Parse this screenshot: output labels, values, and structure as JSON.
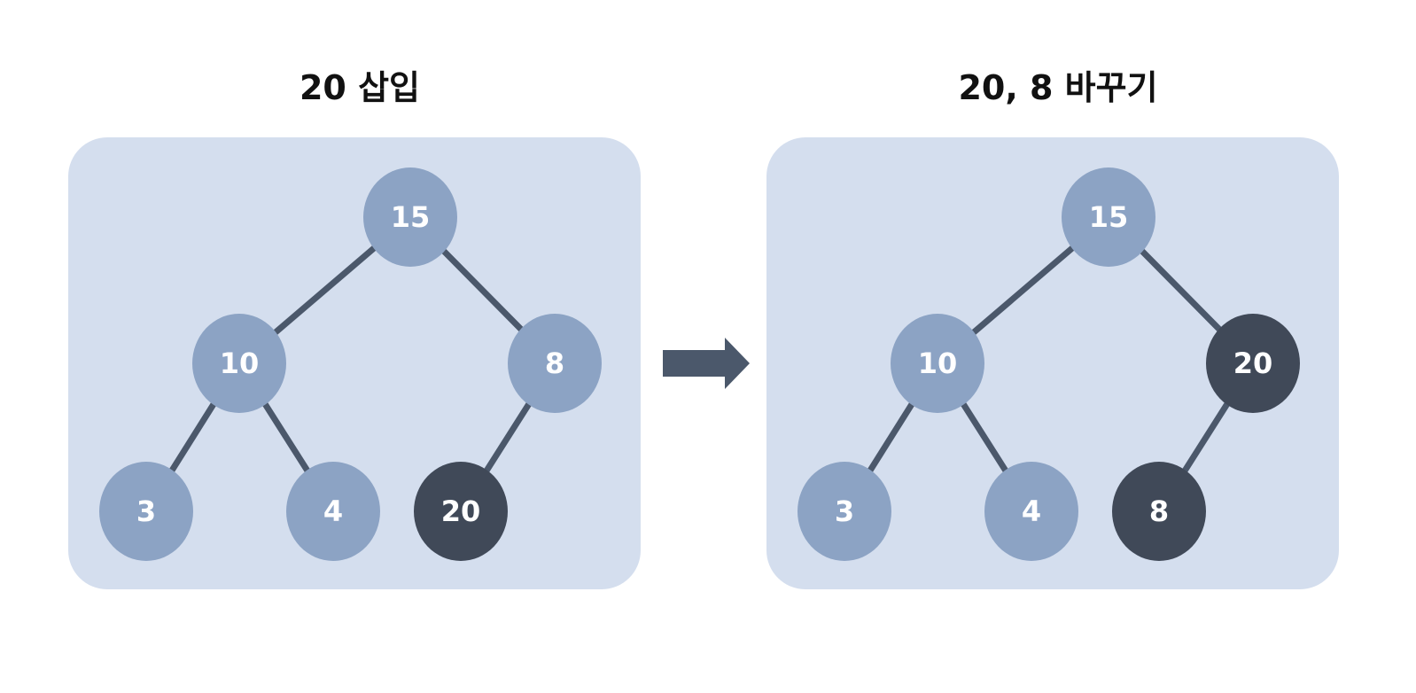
{
  "panels": [
    {
      "title": "20 삽입",
      "nodes": [
        {
          "label": "15",
          "highlight": false
        },
        {
          "label": "10",
          "highlight": false
        },
        {
          "label": "8",
          "highlight": false
        },
        {
          "label": "3",
          "highlight": false
        },
        {
          "label": "4",
          "highlight": false
        },
        {
          "label": "20",
          "highlight": true
        }
      ]
    },
    {
      "title": "20, 8 바꾸기",
      "nodes": [
        {
          "label": "15",
          "highlight": false
        },
        {
          "label": "10",
          "highlight": false
        },
        {
          "label": "20",
          "highlight": true
        },
        {
          "label": "3",
          "highlight": false
        },
        {
          "label": "4",
          "highlight": false
        },
        {
          "label": "8",
          "highlight": true
        }
      ]
    }
  ],
  "colors": {
    "panel_background": "#d4deee",
    "node": "#8ca3c4",
    "node_highlight": "#404958",
    "edge": "#4b586b",
    "arrow": "#4b586b",
    "node_text": "#ffffff"
  }
}
